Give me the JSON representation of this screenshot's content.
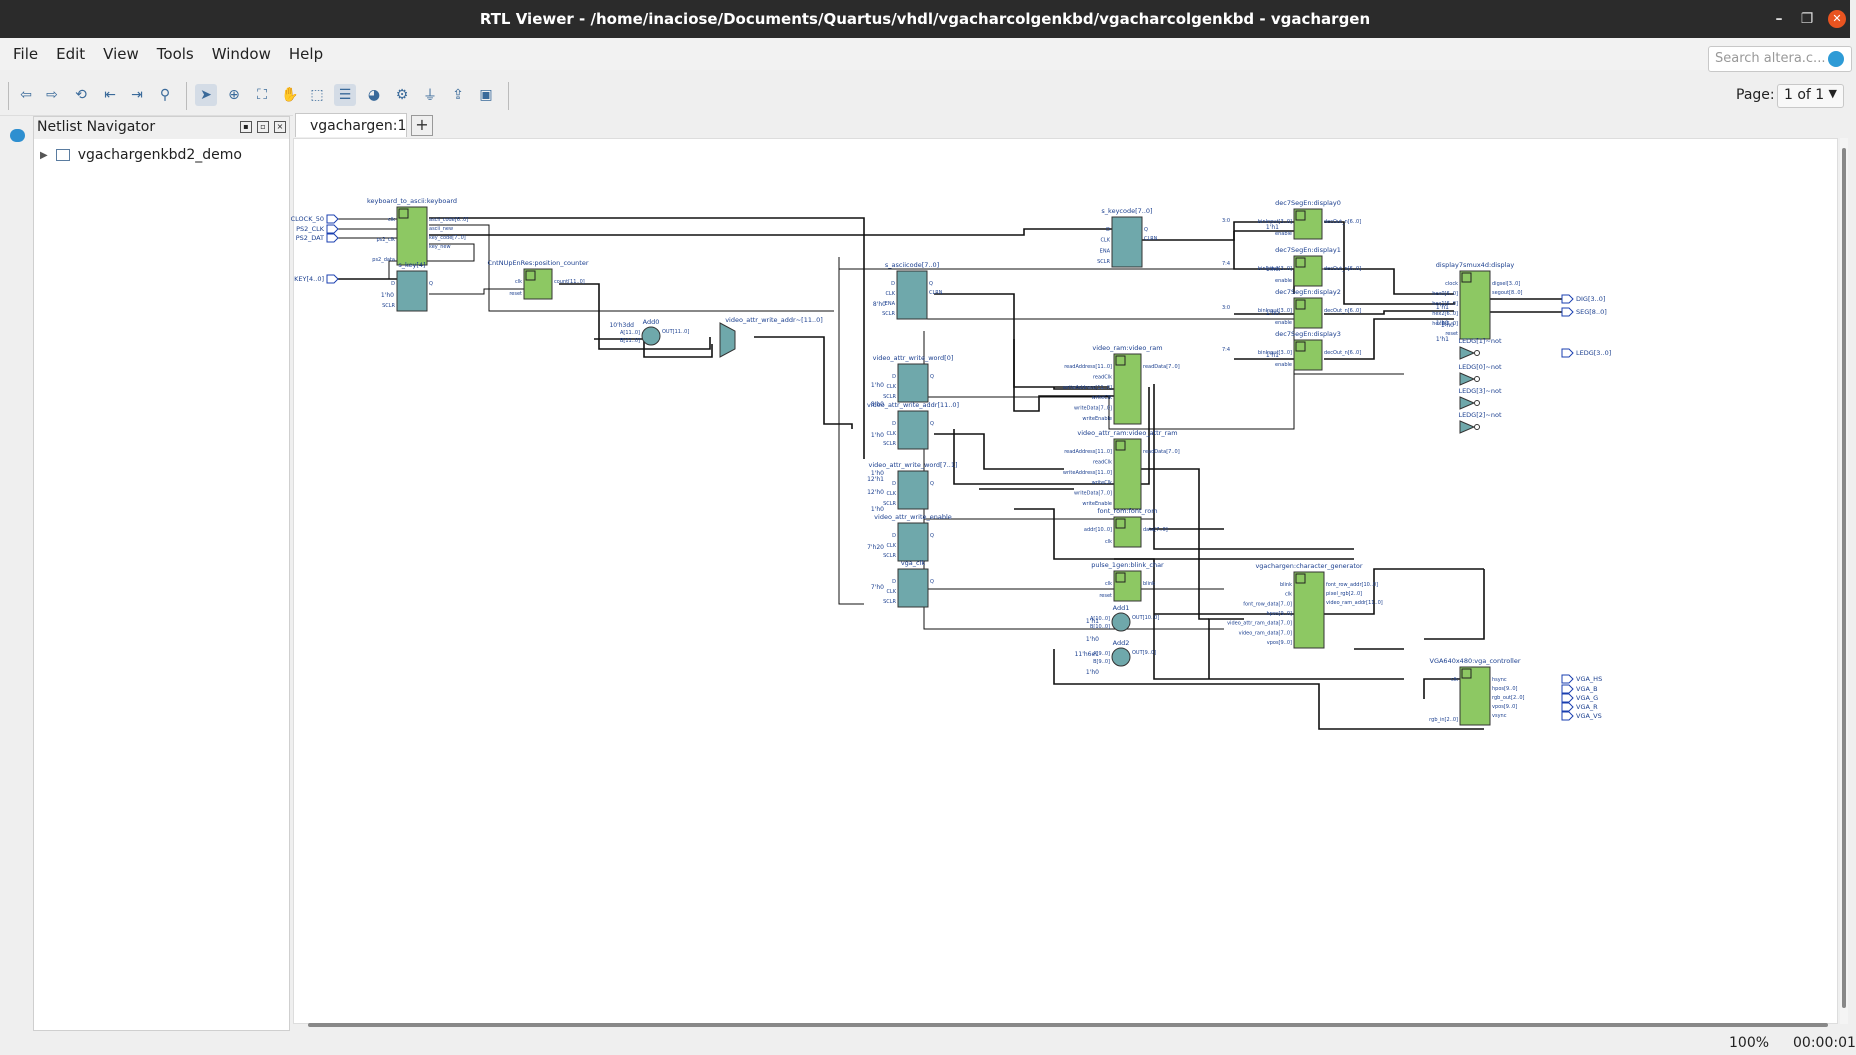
{
  "window": {
    "title": "RTL Viewer - /home/inaciose/Documents/Quartus/vhdl/vgacharcolgenkbd/vgacharcolgenkbd - vgachargen",
    "minimize": "–",
    "maximize": "❐",
    "close": "✕"
  },
  "menu": [
    "File",
    "Edit",
    "View",
    "Tools",
    "Window",
    "Help"
  ],
  "search": {
    "placeholder": "Search altera.c..."
  },
  "toolbar": {
    "back": "⇦",
    "forward": "⇨",
    "refresh": "⟲",
    "collapse": "⇤",
    "expand": "⇥",
    "find": "⚲",
    "select": "➤",
    "zoom": "⊕",
    "fit": "⛶",
    "hand": "✋",
    "area": "⬚",
    "hierarchy": "☰",
    "color": "◕",
    "settings": "⚙",
    "netlist": "⏚",
    "export": "⇪",
    "print": "▣",
    "page_label": "Page:",
    "page_value": "1 of 1"
  },
  "navigator": {
    "title": "Netlist Navigator",
    "tree_root": "vgachargenkbd2_demo"
  },
  "tab": {
    "label": "vgachargen:1",
    "add": "+"
  },
  "status": {
    "zoom": "100%",
    "elapsed": "00:00:01"
  },
  "schematic": {
    "colors": {
      "green": "#8dc863",
      "teal": "#6fa8ab",
      "wire": "#111111",
      "text": "#1b3f8f",
      "port": "#1a3fb0"
    },
    "inputs": [
      "CLOCK_50",
      "PS2_CLK",
      "PS2_DAT",
      "KEY[4..0]"
    ],
    "outputs": [
      "DIG[3..0]",
      "SEG[8..0]",
      "LEDG[3..0]",
      "VGA_HS",
      "VGA_B",
      "VGA_G",
      "VGA_R",
      "VGA_VS"
    ],
    "blocks": [
      {
        "label": "keyboard_to_ascii:keyboard",
        "kind": "module",
        "ins": [
          "clk",
          "ps2_clk",
          "ps2_data"
        ],
        "outs": [
          "ascii_code[6..0]",
          "ascii_new",
          "key_code[7..0]",
          "key_new"
        ]
      },
      {
        "label": "s_key[4]",
        "kind": "reg",
        "ins": [
          "D",
          "",
          "SCLR"
        ],
        "outs": [
          "Q"
        ]
      },
      {
        "label": "CntNUpEnRes:position_counter",
        "kind": "module",
        "ins": [
          "clk",
          "reset"
        ],
        "outs": [
          "count[11..0]"
        ]
      },
      {
        "label": "s_asciicode[7..0]",
        "kind": "reg",
        "ins": [
          "D",
          "CLK",
          "ENA",
          "SCLR"
        ],
        "outs": [
          "Q",
          "CLRN"
        ]
      },
      {
        "label": "s_keycode[7..0]",
        "kind": "reg",
        "ins": [
          "D",
          "CLK",
          "ENA",
          "SCLR"
        ],
        "outs": [
          "Q",
          "CLRN"
        ]
      },
      {
        "label": "video_attr_write_word[0]",
        "kind": "reg",
        "ins": [
          "D",
          "CLK",
          "SCLR"
        ],
        "outs": [
          "Q"
        ]
      },
      {
        "label": "video_attr_write_addr[11..0]",
        "kind": "reg",
        "ins": [
          "D",
          "CLK",
          "SCLR"
        ],
        "outs": [
          "Q"
        ]
      },
      {
        "label": "video_attr_write_word[7..1]",
        "kind": "reg",
        "ins": [
          "D",
          "CLK",
          "SCLR"
        ],
        "outs": [
          "Q"
        ]
      },
      {
        "label": "video_attr_write_enable",
        "kind": "reg",
        "ins": [
          "D",
          "CLK",
          "SCLR"
        ],
        "outs": [
          "Q"
        ]
      },
      {
        "label": "vga_clk",
        "kind": "reg",
        "ins": [
          "D",
          "CLK",
          "SCLR"
        ],
        "outs": [
          "Q"
        ]
      },
      {
        "label": "video_ram:video_ram",
        "kind": "module",
        "ins": [
          "readAddress[11..0]",
          "readClk",
          "writeAddress[11..0]",
          "writeClk",
          "writeData[7..0]",
          "writeEnable"
        ],
        "outs": [
          "readData[7..0]"
        ]
      },
      {
        "label": "video_attr_ram:video_attr_ram",
        "kind": "module",
        "ins": [
          "readAddress[11..0]",
          "readClk",
          "writeAddress[11..0]",
          "writeClk",
          "writeData[7..0]",
          "writeEnable"
        ],
        "outs": [
          "readData[7..0]"
        ]
      },
      {
        "label": "font_rom:font_rom",
        "kind": "module",
        "ins": [
          "addr[10..0]",
          "clk"
        ],
        "outs": [
          "data[7..0]"
        ]
      },
      {
        "label": "pulse_1gen:blink_char",
        "kind": "module",
        "ins": [
          "clk",
          "reset"
        ],
        "outs": [
          "blink"
        ]
      },
      {
        "label": "dec7SegEn:display0",
        "kind": "module",
        "ins": [
          "binInput[3..0]",
          "enable"
        ],
        "outs": [
          "decOut_n[6..0]"
        ]
      },
      {
        "label": "dec7SegEn:display1",
        "kind": "module",
        "ins": [
          "binInput[3..0]",
          "enable"
        ],
        "outs": [
          "decOut_n[6..0]"
        ]
      },
      {
        "label": "dec7SegEn:display2",
        "kind": "module",
        "ins": [
          "binInput[3..0]",
          "enable"
        ],
        "outs": [
          "decOut_n[6..0]"
        ]
      },
      {
        "label": "dec7SegEn:display3",
        "kind": "module",
        "ins": [
          "binInput[3..0]",
          "enable"
        ],
        "outs": [
          "decOut_n[6..0]"
        ]
      },
      {
        "label": "display7smux4d:display",
        "kind": "module",
        "ins": [
          "clock",
          "hex0[6..0]",
          "hex1[6..0]",
          "hex2[6..0]",
          "hex3[6..0]",
          "reset"
        ],
        "outs": [
          "digsel[3..0]",
          "segout[8..0]"
        ]
      },
      {
        "label": "vgachargen:character_generator",
        "kind": "module",
        "ins": [
          "blink",
          "clk",
          "font_row_data[7..0]",
          "hpos[9..0]",
          "video_attr_ram_data[7..0]",
          "video_ram_data[7..0]",
          "vpos[9..0]"
        ],
        "outs": [
          "font_row_addr[10..0]",
          "pixel_rgb[2..0]",
          "video_ram_addr[11..0]"
        ]
      },
      {
        "label": "VGA640x480:vga_controller",
        "kind": "module",
        "ins": [
          "clk",
          "rgb_in[2..0]"
        ],
        "outs": [
          "hsync",
          "hpos[9..0]",
          "rgb_out[2..0]",
          "vpos[9..0]",
          "vsync"
        ]
      }
    ],
    "adders": [
      {
        "label": "Add0",
        "a": "A[11..0]",
        "b": "B[11..0]",
        "out": "OUT[11..0]"
      },
      {
        "label": "Add1",
        "a": "A[10..0]",
        "b": "B[10..0]",
        "out": "OUT[10..0]"
      },
      {
        "label": "Add2",
        "a": "A[9..0]",
        "b": "B[9..0]",
        "out": "OUT[9..0]"
      }
    ],
    "mux_label": "video_attr_write_addr~[11..0]",
    "nots": [
      "LEDG[1]~not",
      "LEDG[0]~not",
      "LEDG[3]~not",
      "LEDG[2]~not"
    ],
    "constants": [
      "1'h0",
      "1'h0",
      "8'h0",
      "8'h0",
      "1'h0",
      "12'h1",
      "1'h0",
      "1'h0",
      "12'h0",
      "7'h20",
      "7'h0",
      "1'h1",
      "1'h0",
      "1'h0",
      "1'h1",
      "1'h1",
      "1'h1",
      "1'h1",
      "1'h0",
      "1'h1",
      "1'h0",
      "11'h6e1",
      "1'h0",
      "10'h3dd"
    ],
    "slices": [
      "3:0",
      "7:4",
      "3:0",
      "7:4"
    ]
  }
}
